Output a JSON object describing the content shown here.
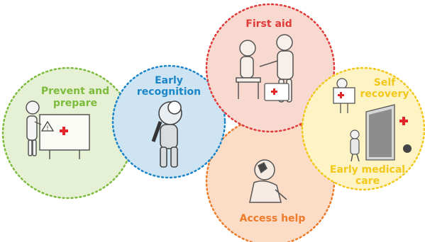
{
  "circles": {
    "prevent": {
      "title_line1": "Prevent and",
      "title_line2": "prepare",
      "color": "#7dbb3c",
      "fill": "#e6f0d4"
    },
    "early_recognition": {
      "title_line1": "Early",
      "title_line2": "recognition",
      "color": "#1a86c8",
      "fill": "#cfe4f3"
    },
    "first_aid": {
      "title": "First aid",
      "color": "#e03a3a",
      "fill": "#f8d9cf"
    },
    "access_help": {
      "title": "Access help",
      "color": "#ee7a2a",
      "fill": "#fbdcc6"
    },
    "self_recovery": {
      "title_line1": "Self",
      "title_line2": "recovery",
      "color": "#f2c81a",
      "fill": "#fdf3c4"
    },
    "early_medical_care": {
      "title_line1": "Early medical",
      "title_line2": "care",
      "color": "#f2c81a"
    }
  },
  "emblem": {
    "cross_color": "#e4262a"
  },
  "icons": [
    "figure-with-sign-icon",
    "warning-triangle-icon",
    "magnifying-glass-figure-icon",
    "first-aid-scene-icon",
    "first-aid-kit-icon",
    "phone-call-figure-icon",
    "tv-screen-emblem-icon",
    "ambulance-scene-icon"
  ]
}
